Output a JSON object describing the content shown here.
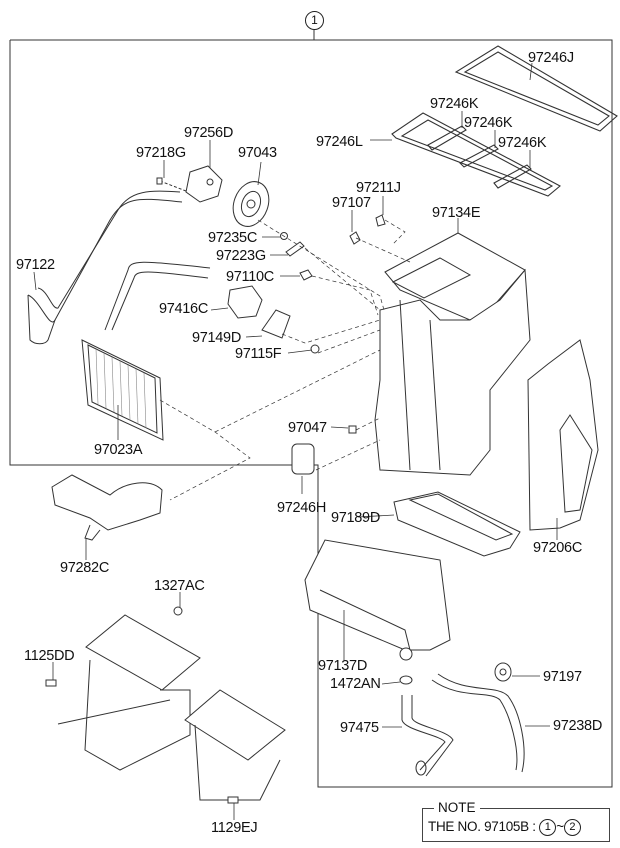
{
  "diagram": {
    "title_callout": "1",
    "labels": {
      "p97246J": "97246J",
      "p97246K_1": "97246K",
      "p97246K_2": "97246K",
      "p97246K_3": "97246K",
      "p97246L": "97246L",
      "p97256D": "97256D",
      "p97218G": "97218G",
      "p97043": "97043",
      "p97211J": "97211J",
      "p97107": "97107",
      "p97134E": "97134E",
      "p97122": "97122",
      "p97235C": "97235C",
      "p97223G": "97223G",
      "p97110C": "97110C",
      "p97416C": "97416C",
      "p97149D": "97149D",
      "p97115F": "97115F",
      "p97023A": "97023A",
      "p97047": "97047",
      "p97246H": "97246H",
      "p97189D": "97189D",
      "p97206C": "97206C",
      "p97282C": "97282C",
      "p1327AC": "1327AC",
      "p1125DD": "1125DD",
      "p1129EJ": "1129EJ",
      "p97137D": "97137D",
      "p1472AN": "1472AN",
      "p97197": "97197",
      "p97475": "97475",
      "p97238D": "97238D"
    },
    "note": {
      "title": "NOTE",
      "text_prefix": "THE NO. 97105B :",
      "range_start": "1",
      "range_sep": "~",
      "range_end": "2"
    },
    "colors": {
      "line": "#333333",
      "background": "#ffffff"
    }
  }
}
